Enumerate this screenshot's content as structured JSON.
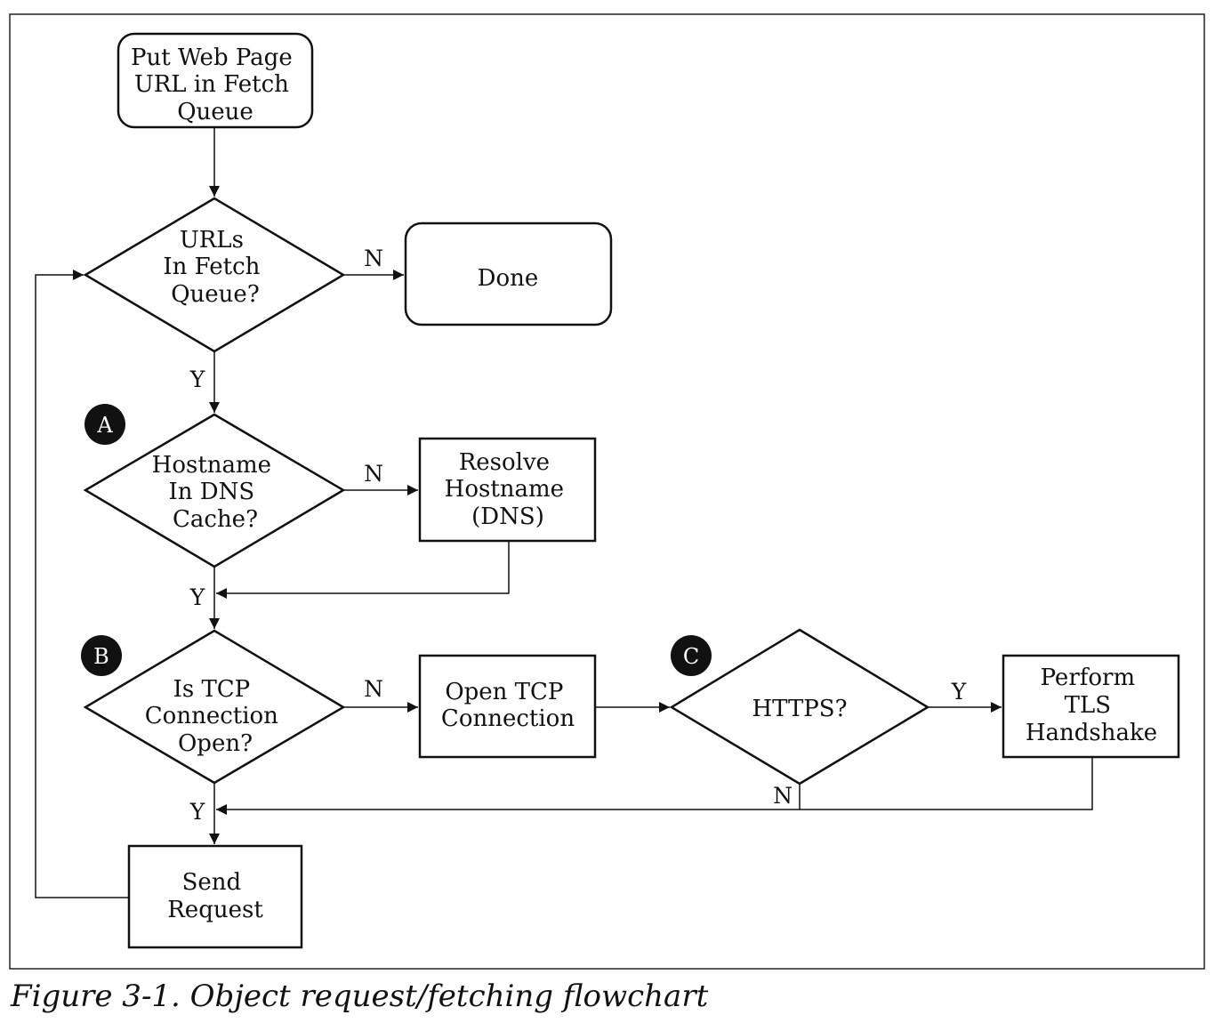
{
  "diagram": {
    "nodes": {
      "put_url": [
        "Put Web Page",
        "URL in Fetch",
        "Queue"
      ],
      "urls_in_queue": [
        "URLs",
        "In Fetch",
        "Queue?"
      ],
      "done": [
        "Done"
      ],
      "hostname_in_dns": [
        "Hostname",
        "In DNS",
        "Cache?"
      ],
      "resolve_hostname": [
        "Resolve",
        "Hostname",
        "(DNS)"
      ],
      "tcp_open": [
        "Is TCP",
        "Connection",
        "Open?"
      ],
      "open_tcp": [
        "Open TCP",
        "Connection"
      ],
      "https": [
        "HTTPS?"
      ],
      "tls": [
        "Perform",
        "TLS",
        "Handshake"
      ],
      "send_request": [
        "Send",
        "Request"
      ]
    },
    "edge_labels": {
      "queue_no": "N",
      "queue_yes": "Y",
      "dns_no": "N",
      "dns_yes": "Y",
      "tcp_no": "N",
      "tcp_yes": "Y",
      "https_yes": "Y",
      "https_no": "N"
    },
    "badges": {
      "a": "A",
      "b": "B",
      "c": "C"
    }
  },
  "caption": "Figure 3-1. Object request/fetching flowchart"
}
